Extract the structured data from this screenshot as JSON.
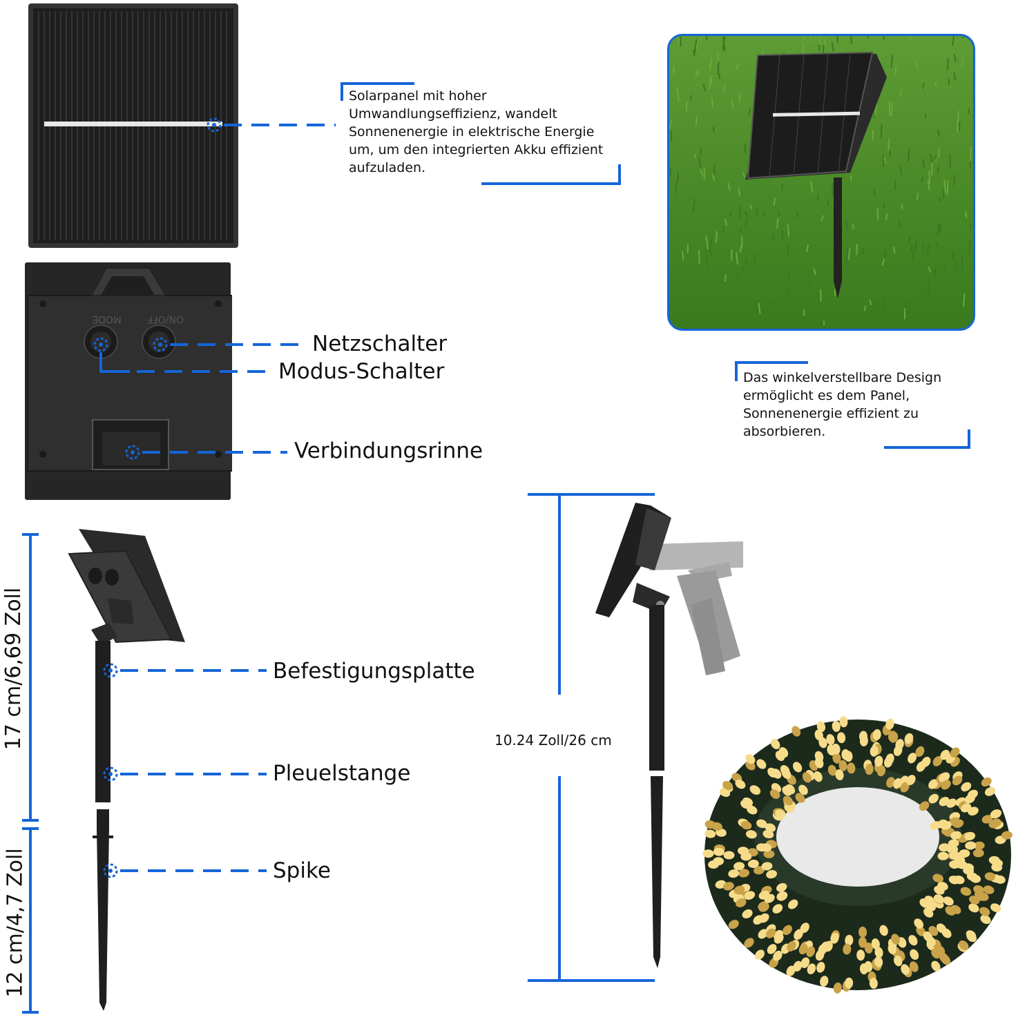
{
  "colors": {
    "accent": "#1565d8",
    "panel": "#2a2a2a",
    "grass": "#4a8a2a",
    "warm_light": "#f6dc8a"
  },
  "solar_panel": {
    "description": "Solarpanel mit hoher Umwandlungseffizienz, wandelt Sonnenenergie in elektrische Energie um, um den integrierten Akku effizient aufzuladen."
  },
  "back_panel": {
    "labels": [
      "Netzschalter",
      "Modus-Schalter",
      "Verbindungsrinne"
    ]
  },
  "angle_design": {
    "description": "Das winkelverstellbare Design ermöglicht es dem Panel, Sonnenenergie effizient zu absorbieren."
  },
  "stake": {
    "labels": [
      "Befestigungsplatte",
      "Pleuelstange",
      "Spike"
    ],
    "dim_upper": "17 cm/6,69 Zoll",
    "dim_lower": "12 cm/4,7 Zoll"
  },
  "assembled": {
    "dim_total": "10.24 Zoll/26 cm"
  }
}
